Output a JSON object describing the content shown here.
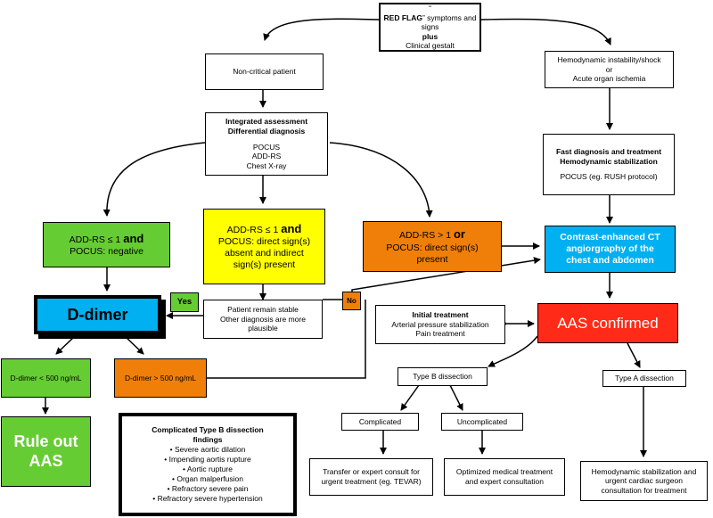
{
  "colors": {
    "green": "#66cc33",
    "yellow": "#ffff00",
    "orange": "#f07f09",
    "blue": "#00b0f0",
    "red": "#ff2a17",
    "dimer_blue": "#00b0f0"
  },
  "nodes": {
    "red_flag": {
      "line1_pre": "“",
      "line1_bold": "RED FLAG",
      "line1_post": "” symptoms and",
      "line2": "signs",
      "line3": "plus",
      "line4": "Clinical gestalt"
    },
    "non_critical": {
      "text": "Non-critical patient"
    },
    "hemodynamic": {
      "line1": "Hemodynamic instability/shock",
      "line2": "or",
      "line3": "Acute organ ischemia"
    },
    "integrated": {
      "title1": "Integrated assessment",
      "title2": "Differential diagnosis",
      "l1": "POCUS",
      "l2": "ADD-RS",
      "l3": "Chest X-ray"
    },
    "fast_dx": {
      "title1": "Fast diagnosis and treatment",
      "title2": "Hemodynamic stabilization",
      "l1": "POCUS (eg. RUSH protocol)"
    },
    "green_box": {
      "l1a": "ADD-RS ≤ 1 ",
      "l1b": "and",
      "l2": "POCUS: negative"
    },
    "yellow_box": {
      "l1a": "ADD-RS ≤ 1 ",
      "l1b": "and",
      "l2": "POCUS: direct sign(s)",
      "l3": "absent and indirect",
      "l4": "sign(s) present"
    },
    "orange_box": {
      "l1a": "ADD-RS > 1 ",
      "l1b": "or",
      "l2": "POCUS: direct sign(s)",
      "l3": "present"
    },
    "cta": {
      "l1": "Contrast-enhanced CT",
      "l2": "angiorgraphy of the",
      "l3": "chest and abdomen"
    },
    "ddimer": {
      "text": "D-dimer"
    },
    "yes": {
      "text": "Yes"
    },
    "no": {
      "text": "No"
    },
    "stable": {
      "l1": "Patient remain stable",
      "l2": "Other diagnosis are more",
      "l3": "plausible"
    },
    "initial": {
      "title": "Initial treatment",
      "l1": "Arterial pressure stabilization",
      "l2": "Pain treatment"
    },
    "aas": {
      "text": "AAS confirmed"
    },
    "dlow": {
      "text": "D-dimer < 500 ng/mL"
    },
    "dhigh": {
      "text": "D-dimer > 500 ng/mL"
    },
    "typeB": {
      "text": "Type B dissection"
    },
    "typeA": {
      "text": "Type A dissection"
    },
    "complicated": {
      "text": "Complicated"
    },
    "uncomplicated": {
      "text": "Uncomplicated"
    },
    "ruleout": {
      "l1": "Rule out",
      "l2": "AAS"
    },
    "findings": {
      "title1": "Complicated Type B dissection",
      "title2": "findings",
      "items": [
        "Severe aortic dilation",
        "Impending aortis rupture",
        "Aortic rupture",
        "Organ malperfusion",
        "Refractory severe pain",
        "Refractory severe hypertension"
      ]
    },
    "transfer": {
      "l1": "Transfer or expert consult for",
      "l2": "urgent treatment (eg. TEVAR)"
    },
    "optimized": {
      "l1": "Optimized medical treatment",
      "l2": "and expert consultation"
    },
    "hemo_stab": {
      "l1": "Hemodynamic stabilization and",
      "l2": "urgent cardiac surgeon",
      "l3": "consultation for treatment"
    }
  }
}
